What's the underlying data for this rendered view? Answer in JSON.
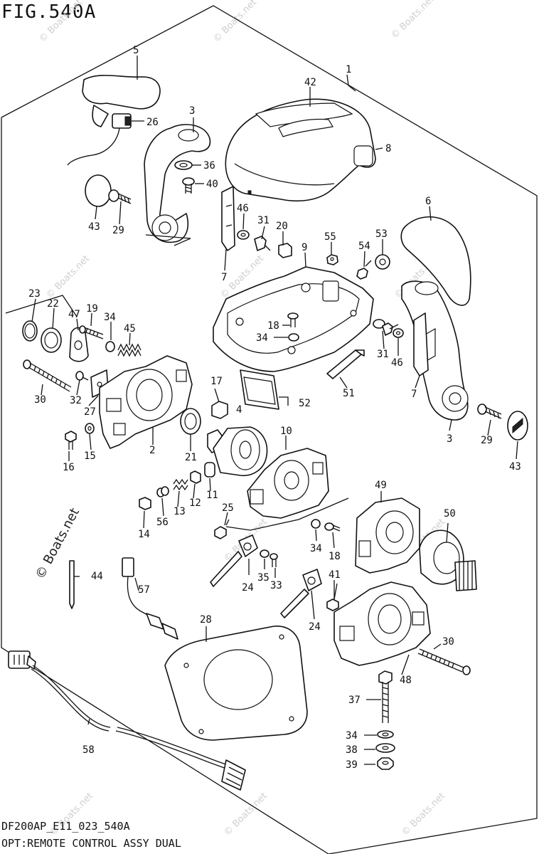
{
  "figure": {
    "title": "FIG.540A",
    "code": "DF200AP_E11_023_540A",
    "caption": "OPT:REMOTE CONTROL ASSY DUAL"
  },
  "watermark": {
    "text": "© Boats.net"
  },
  "part_labels": [
    {
      "id": "1",
      "text": "1"
    },
    {
      "id": "2",
      "text": "2"
    },
    {
      "id": "3a",
      "text": "3"
    },
    {
      "id": "3b",
      "text": "3"
    },
    {
      "id": "4",
      "text": "4"
    },
    {
      "id": "5",
      "text": "5"
    },
    {
      "id": "6",
      "text": "6"
    },
    {
      "id": "7a",
      "text": "7"
    },
    {
      "id": "7b",
      "text": "7"
    },
    {
      "id": "8",
      "text": "8"
    },
    {
      "id": "9",
      "text": "9"
    },
    {
      "id": "10",
      "text": "10"
    },
    {
      "id": "11",
      "text": "11"
    },
    {
      "id": "12",
      "text": "12"
    },
    {
      "id": "13",
      "text": "13"
    },
    {
      "id": "14",
      "text": "14"
    },
    {
      "id": "15",
      "text": "15"
    },
    {
      "id": "16",
      "text": "16"
    },
    {
      "id": "17",
      "text": "17"
    },
    {
      "id": "18a",
      "text": "18"
    },
    {
      "id": "18b",
      "text": "18"
    },
    {
      "id": "19",
      "text": "19"
    },
    {
      "id": "20",
      "text": "20"
    },
    {
      "id": "21",
      "text": "21"
    },
    {
      "id": "22",
      "text": "22"
    },
    {
      "id": "23",
      "text": "23"
    },
    {
      "id": "24a",
      "text": "24"
    },
    {
      "id": "24b",
      "text": "24"
    },
    {
      "id": "25",
      "text": "25"
    },
    {
      "id": "26",
      "text": "26"
    },
    {
      "id": "27",
      "text": "27"
    },
    {
      "id": "28",
      "text": "28"
    },
    {
      "id": "29a",
      "text": "29"
    },
    {
      "id": "29b",
      "text": "29"
    },
    {
      "id": "30a",
      "text": "30"
    },
    {
      "id": "30b",
      "text": "30"
    },
    {
      "id": "31a",
      "text": "31"
    },
    {
      "id": "31b",
      "text": "31"
    },
    {
      "id": "32",
      "text": "32"
    },
    {
      "id": "33",
      "text": "33"
    },
    {
      "id": "34a",
      "text": "34"
    },
    {
      "id": "34b",
      "text": "34"
    },
    {
      "id": "34c",
      "text": "34"
    },
    {
      "id": "34d",
      "text": "34"
    },
    {
      "id": "35",
      "text": "35"
    },
    {
      "id": "36",
      "text": "36"
    },
    {
      "id": "37",
      "text": "37"
    },
    {
      "id": "38",
      "text": "38"
    },
    {
      "id": "39",
      "text": "39"
    },
    {
      "id": "40",
      "text": "40"
    },
    {
      "id": "41",
      "text": "41"
    },
    {
      "id": "42",
      "text": "42"
    },
    {
      "id": "43a",
      "text": "43"
    },
    {
      "id": "43b",
      "text": "43"
    },
    {
      "id": "44",
      "text": "44"
    },
    {
      "id": "45",
      "text": "45"
    },
    {
      "id": "46a",
      "text": "46"
    },
    {
      "id": "46b",
      "text": "46"
    },
    {
      "id": "47",
      "text": "47"
    },
    {
      "id": "48",
      "text": "48"
    },
    {
      "id": "49",
      "text": "49"
    },
    {
      "id": "50",
      "text": "50"
    },
    {
      "id": "51",
      "text": "51"
    },
    {
      "id": "52",
      "text": "52"
    },
    {
      "id": "53",
      "text": "53"
    },
    {
      "id": "54",
      "text": "54"
    },
    {
      "id": "55",
      "text": "55"
    },
    {
      "id": "56",
      "text": "56"
    },
    {
      "id": "57",
      "text": "57"
    },
    {
      "id": "58",
      "text": "58"
    }
  ]
}
